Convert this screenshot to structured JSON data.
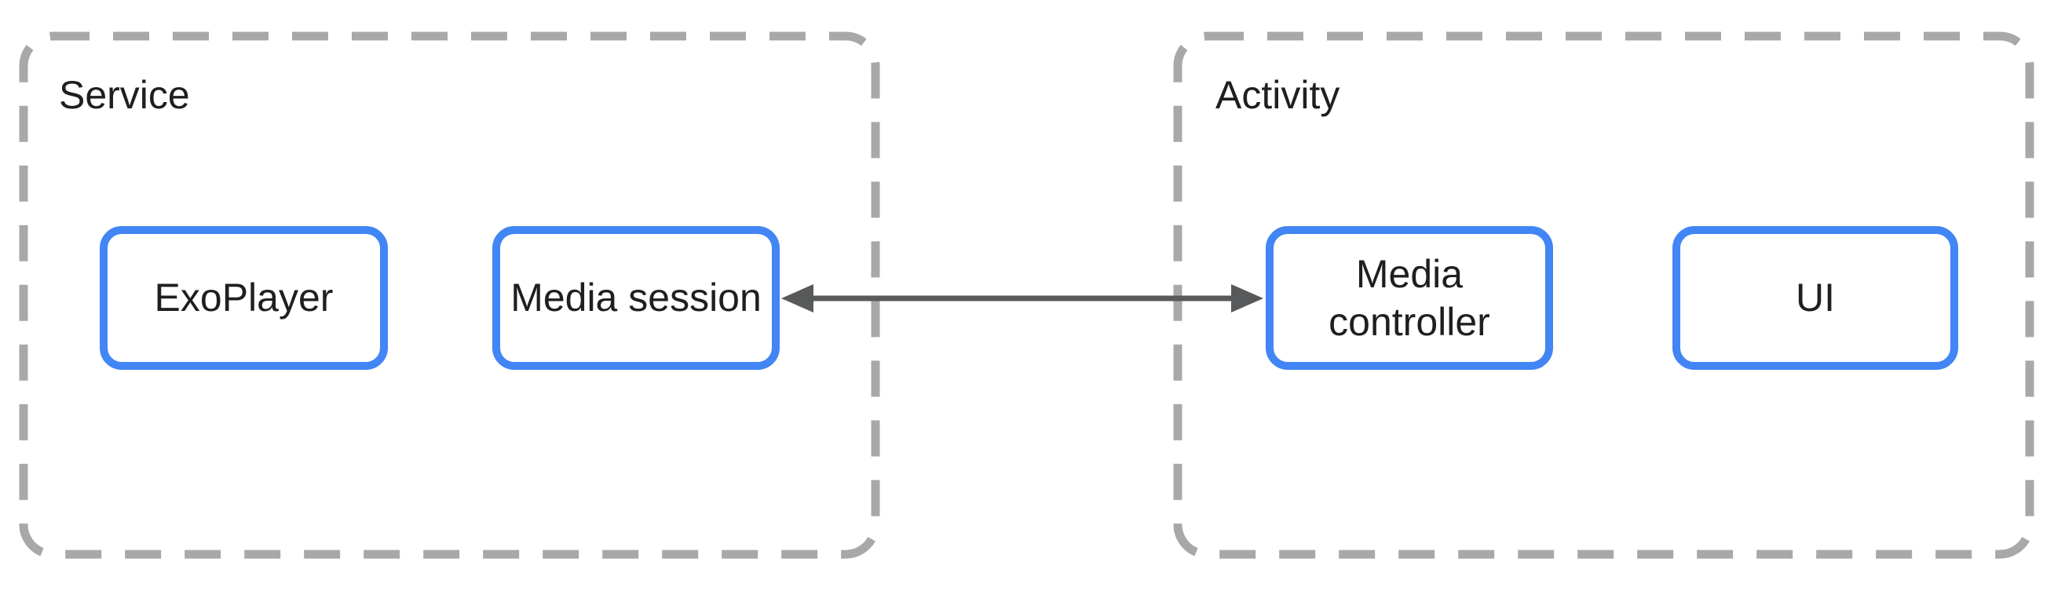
{
  "diagram": {
    "containers": [
      {
        "label": "Service"
      },
      {
        "label": "Activity"
      }
    ],
    "nodes": [
      {
        "label": "ExoPlayer",
        "container": "Service"
      },
      {
        "label": "Media session",
        "container": "Service"
      },
      {
        "label": "Media controller",
        "container": "Activity"
      },
      {
        "label": "UI",
        "container": "Activity"
      }
    ],
    "edges": [
      {
        "from": "Media session",
        "to": "Media controller",
        "style": "double-headed-arrow"
      }
    ],
    "colors": {
      "node_border": "#4285f4",
      "container_border": "#a8a8a8",
      "arrow": "#58595b",
      "text": "#1f1f1f",
      "background": "#ffffff"
    }
  }
}
